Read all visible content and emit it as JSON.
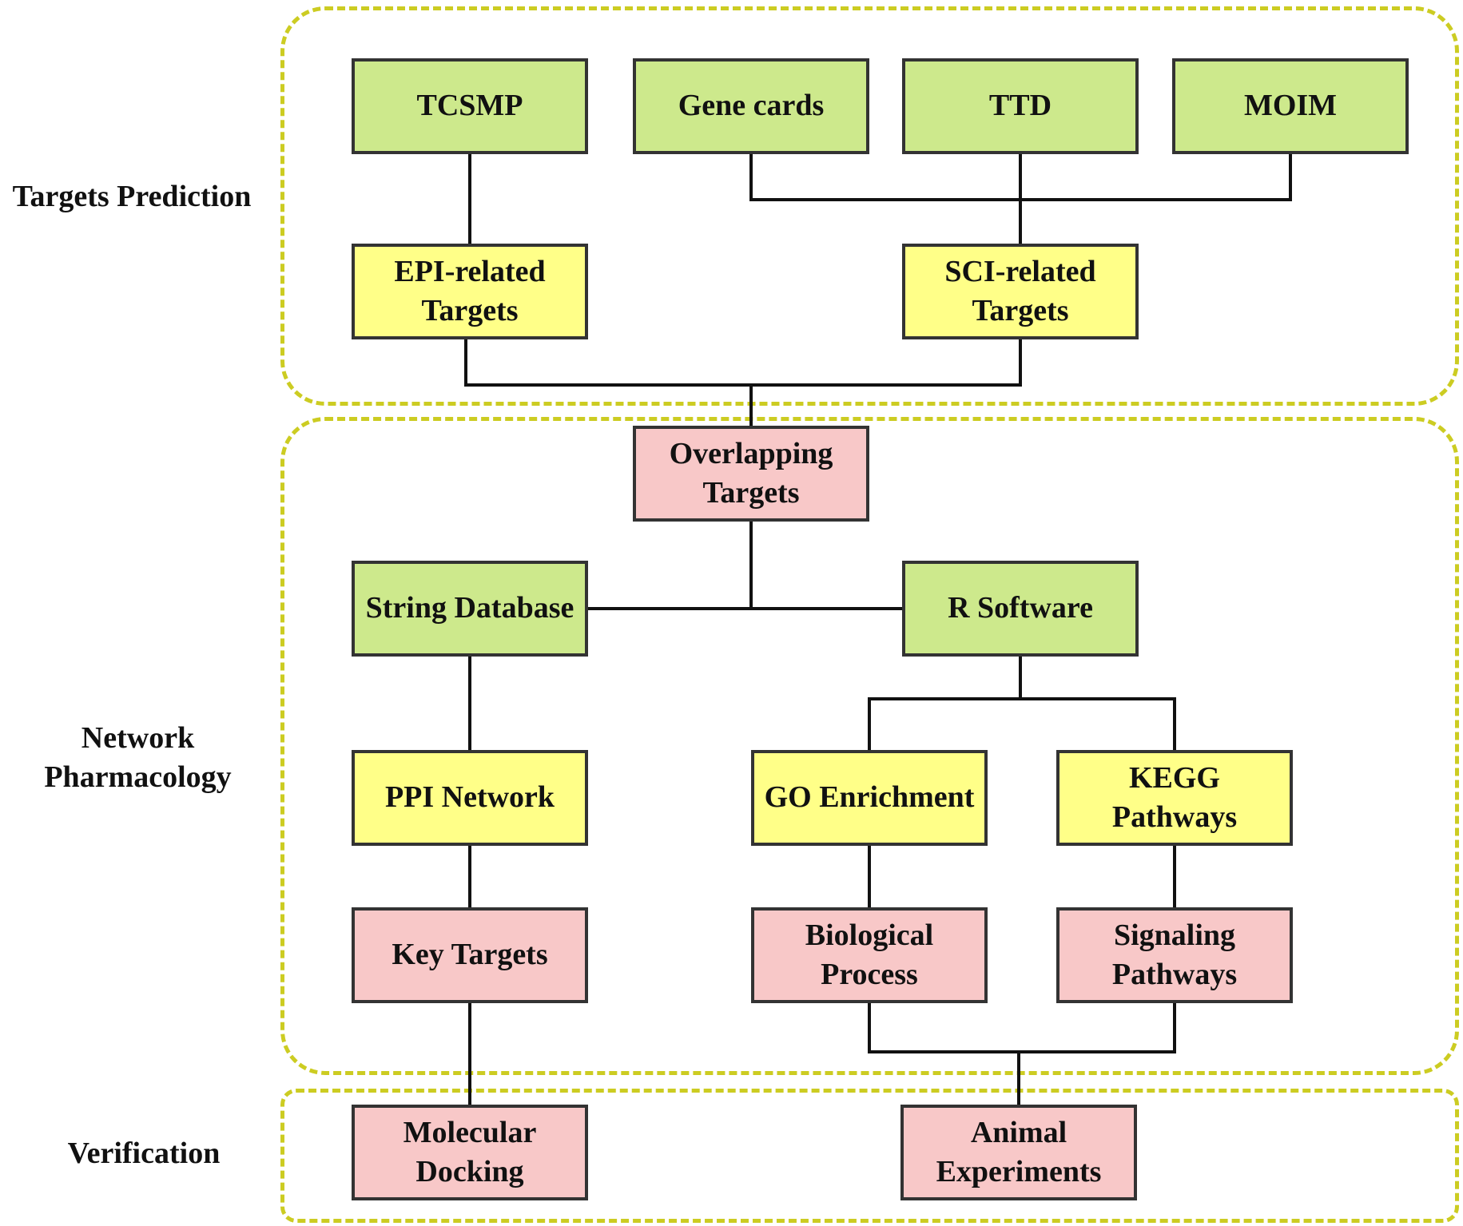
{
  "sections": {
    "targets_prediction": "Targets Prediction",
    "network_pharmacology": "Network\nPharmacology",
    "verification": "Verification"
  },
  "nodes": {
    "tcsmp": "TCSMP",
    "gene_cards": "Gene cards",
    "ttd": "TTD",
    "moim": "MOIM",
    "epi_related_targets": "EPI-related\nTargets",
    "sci_related_targets": "SCI-related\nTargets",
    "overlapping_targets": "Overlapping\nTargets",
    "string_database": "String Database",
    "r_software": "R Software",
    "ppi_network": "PPI Network",
    "go_enrichment": "GO Enrichment",
    "kegg_pathways": "KEGG\nPathways",
    "key_targets": "Key Targets",
    "biological_process": "Biological\nProcess",
    "signaling_pathways": "Signaling\nPathways",
    "molecular_docking": "Molecular\nDocking",
    "animal_experiments": "Animal\nExperiments"
  },
  "colors": {
    "region_border": "#cccc22",
    "database_fill": "#cde98c",
    "intermediate_fill": "#ffff88",
    "result_fill": "#f8c8c8",
    "box_border": "#333333",
    "connector": "#111111"
  },
  "edges": [
    [
      "tcsmp",
      "epi_related_targets"
    ],
    [
      "gene_cards",
      "sci_related_targets"
    ],
    [
      "ttd",
      "sci_related_targets"
    ],
    [
      "moim",
      "sci_related_targets"
    ],
    [
      "epi_related_targets",
      "overlapping_targets"
    ],
    [
      "sci_related_targets",
      "overlapping_targets"
    ],
    [
      "overlapping_targets",
      "string_database"
    ],
    [
      "overlapping_targets",
      "r_software"
    ],
    [
      "string_database",
      "ppi_network"
    ],
    [
      "r_software",
      "go_enrichment"
    ],
    [
      "r_software",
      "kegg_pathways"
    ],
    [
      "ppi_network",
      "key_targets"
    ],
    [
      "go_enrichment",
      "biological_process"
    ],
    [
      "kegg_pathways",
      "signaling_pathways"
    ],
    [
      "key_targets",
      "molecular_docking"
    ],
    [
      "biological_process",
      "animal_experiments"
    ],
    [
      "signaling_pathways",
      "animal_experiments"
    ]
  ]
}
